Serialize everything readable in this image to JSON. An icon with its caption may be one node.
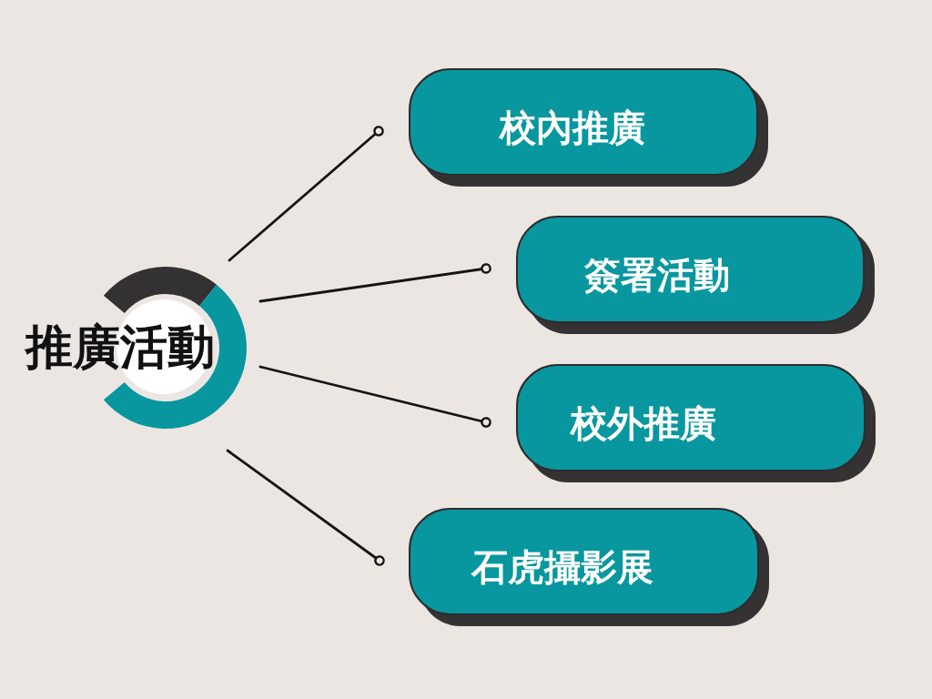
{
  "diagram": {
    "nodes": [
      {
        "text": [
          "推廣活動"
        ]
      },
      {
        "text": [
          "校內推廣"
        ]
      },
      {
        "text": [
          "簽署活動"
        ]
      },
      {
        "text": [
          "校外推廣"
        ]
      },
      {
        "text": [
          "石虎攝影展"
        ]
      }
    ],
    "edges": [
      {
        "from": 0,
        "to": 1,
        "arrow": "other"
      },
      {
        "from": 0,
        "to": 2,
        "arrow": "other"
      },
      {
        "from": 0,
        "to": 3,
        "arrow": "other"
      },
      {
        "from": 0,
        "to": 4,
        "arrow": "other"
      }
    ]
  }
}
